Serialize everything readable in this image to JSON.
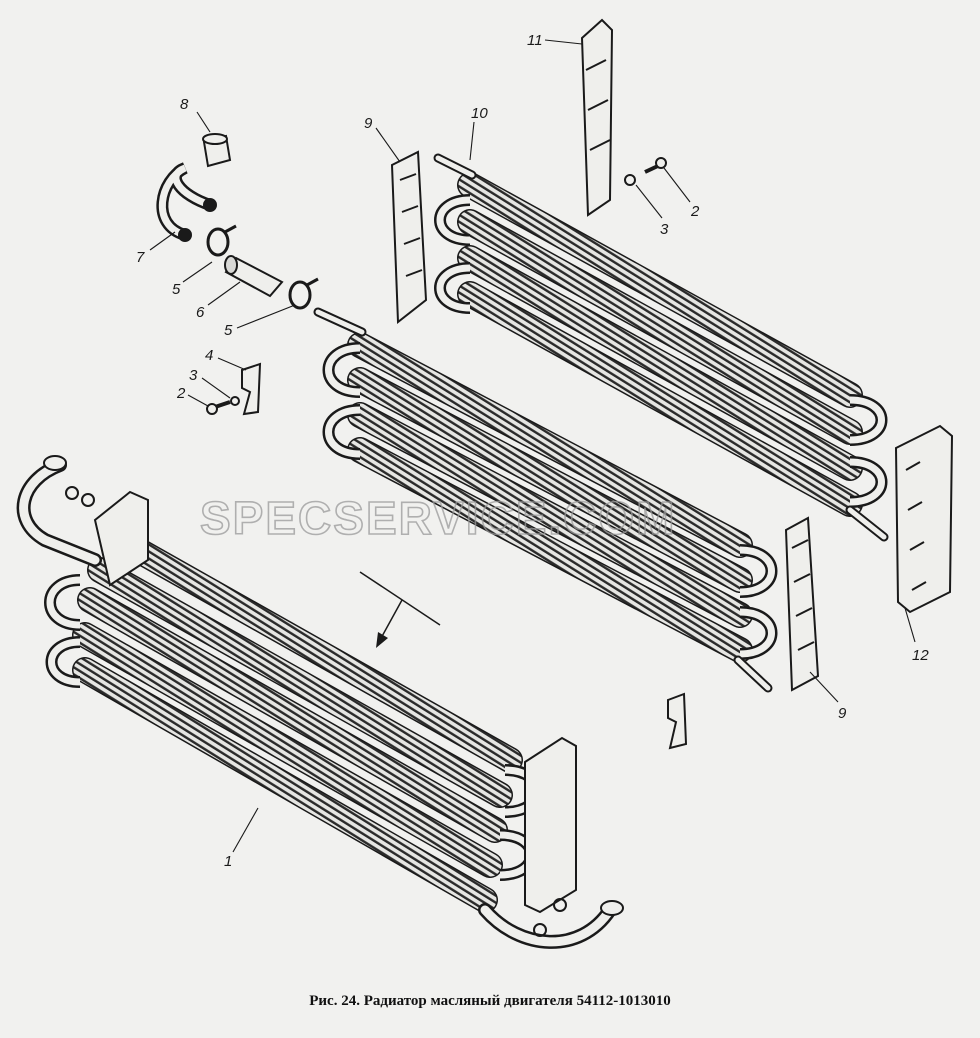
{
  "caption": "Рис. 24. Радиатор масляный двигателя 54112-1013010",
  "watermark": "SPECSERVICE.COM",
  "callouts": {
    "c1": "1",
    "c2a": "2",
    "c2b": "2",
    "c3a": "3",
    "c3b": "3",
    "c4": "4",
    "c5a": "5",
    "c5b": "5",
    "c6": "6",
    "c7": "7",
    "c8": "8",
    "c9a": "9",
    "c9b": "9",
    "c10": "10",
    "c11": "11",
    "c12": "12"
  },
  "colors": {
    "ink": "#1a1a1a",
    "paper": "#f1f1ef",
    "watermark": "#9a9a9a"
  }
}
